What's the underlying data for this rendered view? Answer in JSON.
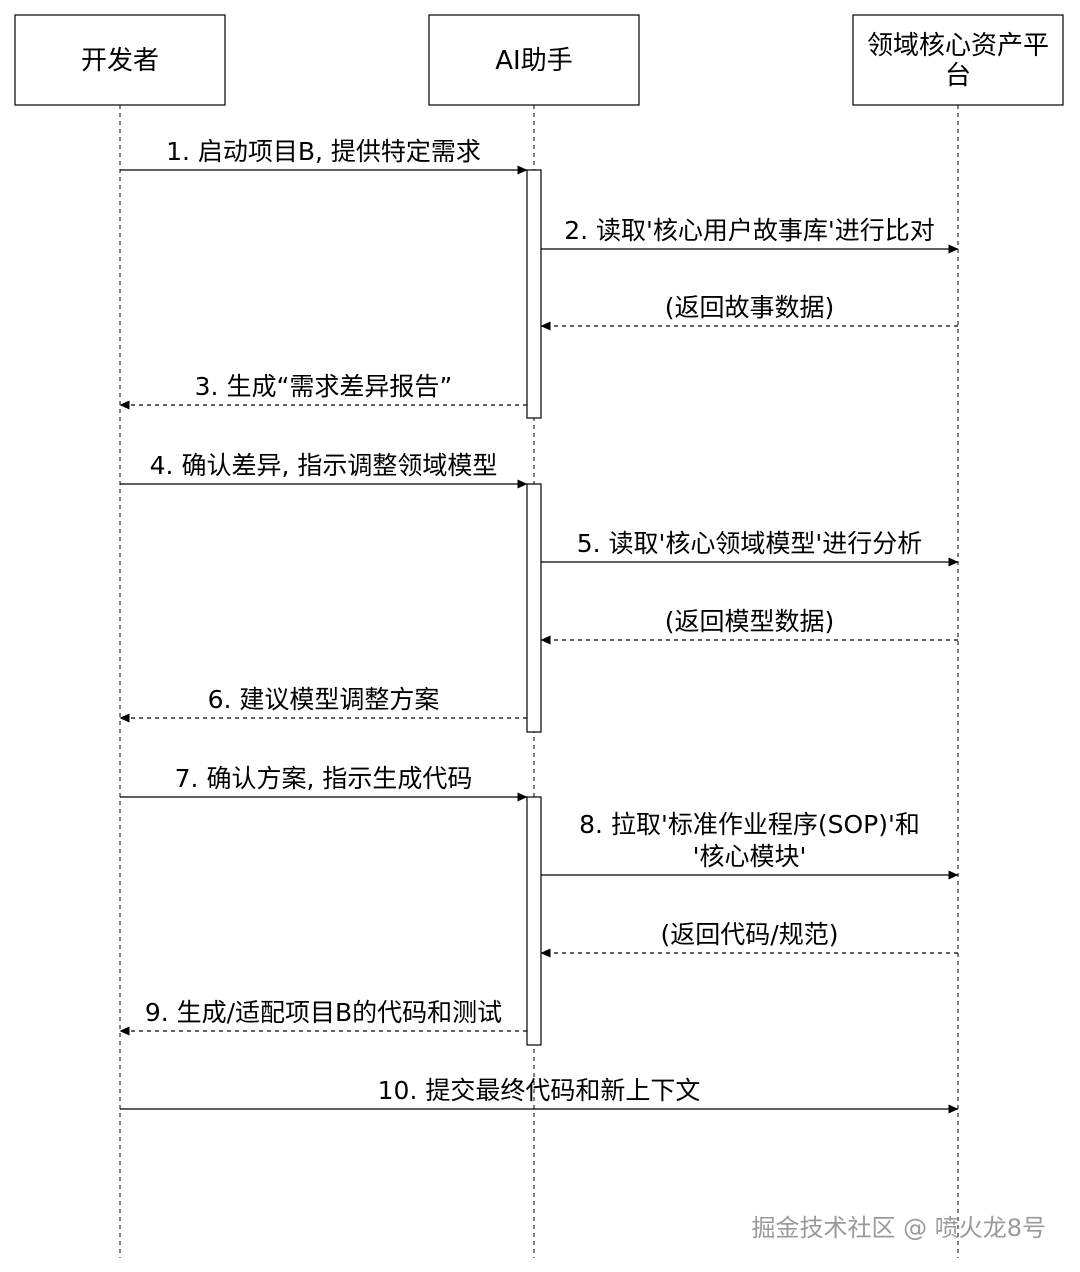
{
  "participants": [
    {
      "id": "dev",
      "label": [
        "开发者"
      ]
    },
    {
      "id": "ai",
      "label": [
        "AI助手"
      ]
    },
    {
      "id": "platform",
      "label": [
        "领域核心资产平",
        "台"
      ]
    }
  ],
  "messages": [
    {
      "from": "dev",
      "to": "ai",
      "style": "solid",
      "label": [
        "1. 启动项目B, 提供特定需求"
      ]
    },
    {
      "from": "ai",
      "to": "platform",
      "style": "solid",
      "label": [
        "2. 读取'核心用户故事库'进行比对"
      ]
    },
    {
      "from": "platform",
      "to": "ai",
      "style": "dashed",
      "label": [
        "(返回故事数据)"
      ]
    },
    {
      "from": "ai",
      "to": "dev",
      "style": "dashed",
      "label": [
        "3. 生成“需求差异报告”"
      ]
    },
    {
      "from": "dev",
      "to": "ai",
      "style": "solid",
      "label": [
        "4. 确认差异, 指示调整领域模型"
      ]
    },
    {
      "from": "ai",
      "to": "platform",
      "style": "solid",
      "label": [
        "5. 读取'核心领域模型'进行分析"
      ]
    },
    {
      "from": "platform",
      "to": "ai",
      "style": "dashed",
      "label": [
        "(返回模型数据)"
      ]
    },
    {
      "from": "ai",
      "to": "dev",
      "style": "dashed",
      "label": [
        "6. 建议模型调整方案"
      ]
    },
    {
      "from": "dev",
      "to": "ai",
      "style": "solid",
      "label": [
        "7. 确认方案, 指示生成代码"
      ]
    },
    {
      "from": "ai",
      "to": "platform",
      "style": "solid",
      "label": [
        "8. 拉取'标准作业程序(SOP)'和",
        "'核心模块'"
      ]
    },
    {
      "from": "platform",
      "to": "ai",
      "style": "dashed",
      "label": [
        "(返回代码/规范)"
      ]
    },
    {
      "from": "ai",
      "to": "dev",
      "style": "dashed",
      "label": [
        "9. 生成/适配项目B的代码和测试"
      ]
    },
    {
      "from": "dev",
      "to": "platform",
      "style": "solid",
      "label": [
        "10. 提交最终代码和新上下文"
      ]
    }
  ],
  "watermark": "掘金技术社区 @ 喷火龙8号"
}
